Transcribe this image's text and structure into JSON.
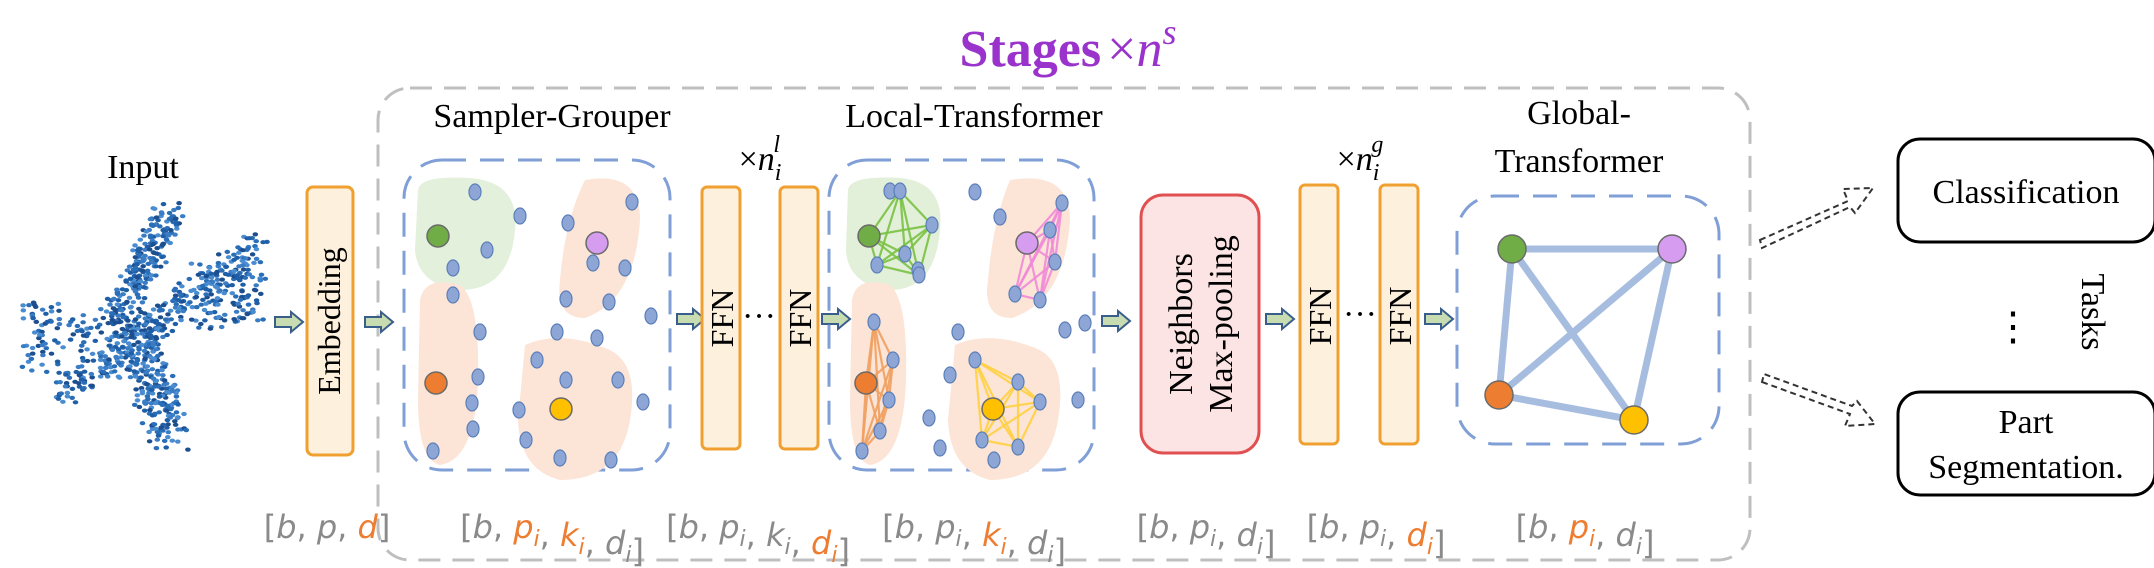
{
  "title": {
    "bold": "Stages",
    "times": "×",
    "var": "n",
    "sup": "s"
  },
  "input_label": "Input",
  "embedding_label": "Embedding",
  "sampler_grouper_label": "Sampler-Grouper",
  "local_transformer_label": "Local-Transformer",
  "global_transformer_label": [
    "Global-",
    "Transformer"
  ],
  "repeat_local": {
    "times": "×",
    "var": "n",
    "sub": "i",
    "sup": "l"
  },
  "repeat_global": {
    "times": "×",
    "var": "n",
    "sub": "i",
    "sup": "g"
  },
  "ffn_label": "FFN",
  "dots": "···",
  "pooling_label": [
    "Neighbors",
    "Max-pooling"
  ],
  "task_classification": "Classification",
  "task_segmentation": [
    "Part",
    "Segmentation."
  ],
  "tasks_label": "Tasks",
  "task_dots": "⋮",
  "dims": [
    {
      "name": "dim-input",
      "parts": [
        [
          "[",
          "g"
        ],
        [
          "b",
          "g"
        ],
        [
          ", ",
          "g"
        ],
        [
          "p",
          "g"
        ],
        [
          ", ",
          "g"
        ],
        [
          "d",
          "o"
        ],
        [
          "]",
          "g"
        ]
      ]
    },
    {
      "name": "dim-sampler",
      "parts": [
        [
          "[",
          "g"
        ],
        [
          "b",
          "g"
        ],
        [
          ", ",
          "g"
        ],
        [
          "p",
          "o",
          "i"
        ],
        [
          ", ",
          "g"
        ],
        [
          "k",
          "o",
          "i"
        ],
        [
          ", ",
          "g"
        ],
        [
          "d",
          "g",
          "i"
        ],
        [
          "]",
          "g"
        ]
      ]
    },
    {
      "name": "dim-ffn-local",
      "parts": [
        [
          "[",
          "g"
        ],
        [
          "b",
          "g"
        ],
        [
          ", ",
          "g"
        ],
        [
          "p",
          "g",
          "i"
        ],
        [
          ", ",
          "g"
        ],
        [
          "k",
          "g",
          "i"
        ],
        [
          ", ",
          "g"
        ],
        [
          "d",
          "o",
          "i"
        ],
        [
          "]",
          "g"
        ]
      ]
    },
    {
      "name": "dim-local",
      "parts": [
        [
          "[",
          "g"
        ],
        [
          "b",
          "g"
        ],
        [
          ", ",
          "g"
        ],
        [
          "p",
          "g",
          "i"
        ],
        [
          ", ",
          "g"
        ],
        [
          "k",
          "o",
          "i"
        ],
        [
          ", ",
          "g"
        ],
        [
          "d",
          "g",
          "i"
        ],
        [
          "]",
          "g"
        ]
      ]
    },
    {
      "name": "dim-pooling",
      "parts": [
        [
          "[",
          "g"
        ],
        [
          "b",
          "g"
        ],
        [
          ", ",
          "g"
        ],
        [
          "p",
          "g",
          "i"
        ],
        [
          ", ",
          "g"
        ],
        [
          "d",
          "g",
          "i"
        ],
        [
          "]",
          "g"
        ]
      ]
    },
    {
      "name": "dim-ffn-global",
      "parts": [
        [
          "[",
          "g"
        ],
        [
          "b",
          "g"
        ],
        [
          ", ",
          "g"
        ],
        [
          "p",
          "g",
          "i"
        ],
        [
          ", ",
          "g"
        ],
        [
          "d",
          "o",
          "i"
        ],
        [
          "]",
          "g"
        ]
      ]
    },
    {
      "name": "dim-global",
      "parts": [
        [
          "[",
          "g"
        ],
        [
          "b",
          "g"
        ],
        [
          ", ",
          "g"
        ],
        [
          "p",
          "o",
          "i"
        ],
        [
          ", ",
          "g"
        ],
        [
          "d",
          "g",
          "i"
        ],
        [
          "]",
          "g"
        ]
      ]
    }
  ],
  "colors": {
    "purple": "#9933cc",
    "orange_box": "#f0a030",
    "orange_fill": "#fdf0dc",
    "blue_dash": "#7f9fd6",
    "point": "#8ea6d6",
    "green": "#70ad47",
    "purple_pt": "#d69cf0",
    "orange_pt": "#ed7d31",
    "yellow_pt": "#ffc000",
    "pool_stroke": "#e05050",
    "pool_fill": "#fde4e4",
    "arrow_fill": "#c8dcb2",
    "arrow_stroke": "#3a5e8c",
    "dim_gray": "#8a8a8a",
    "dim_orange": "#ed7d31"
  }
}
